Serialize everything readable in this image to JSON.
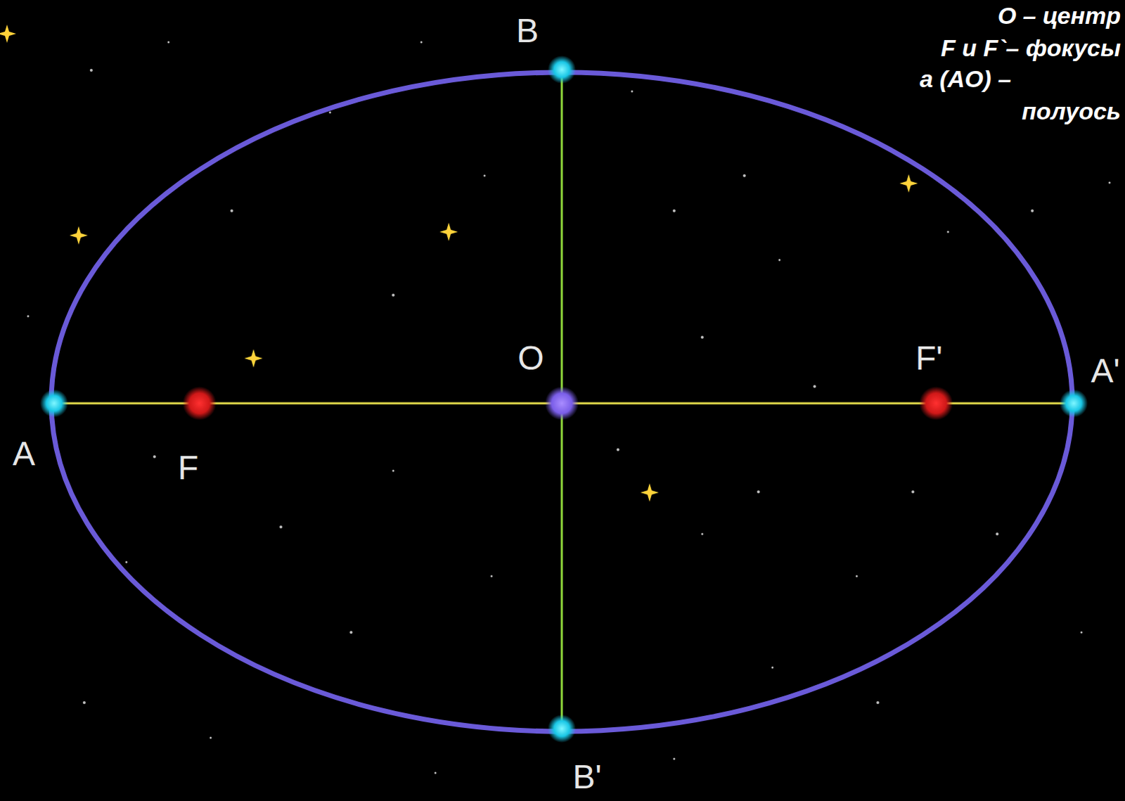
{
  "diagram": {
    "labels": [
      "O – центр",
      "F и F`– фокусы",
      "a (AO) –",
      "полуось",
      "B",
      "O",
      "F'",
      "A'",
      "A",
      "F",
      "B'"
    ]
  }
}
